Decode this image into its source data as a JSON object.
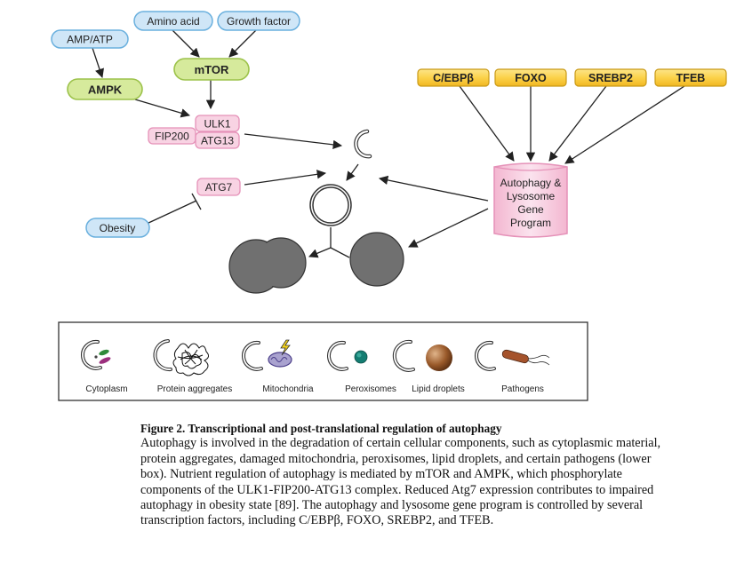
{
  "diagram": {
    "nodes": {
      "amp_atp": "AMP/ATP",
      "amino_acid": "Amino acid",
      "growth_factor": "Growth factor",
      "mtor": "mTOR",
      "ampk": "AMPK",
      "ulk1": "ULK1",
      "fip200": "FIP200",
      "atg13": "ATG13",
      "atg7": "ATG7",
      "obesity": "Obesity",
      "cebpb": "C/EBPβ",
      "foxo": "FOXO",
      "srebp2": "SREBP2",
      "tfeb": "TFEB",
      "program_lines": [
        "Autophagy &",
        "Lysosome",
        "Gene",
        "Program"
      ]
    },
    "cargo_labels": [
      "Cytoplasm",
      "Protein aggregates",
      "Mitochondria",
      "Peroxisomes",
      "Lipid droplets",
      "Pathogens"
    ],
    "colors": {
      "blue_fill": "#cfe6f7",
      "blue_stroke": "#6ab0de",
      "green_fill": "#d6ea9c",
      "green_stroke": "#9cc24a",
      "pink_fill": "#f8d3e3",
      "pink_stroke": "#e591b8",
      "yellow_fill": "#fbd24a",
      "yellow_stroke": "#c99a17",
      "gray": "#707070"
    }
  },
  "caption": {
    "title": "Figure 2. Transcriptional and post-translational regulation of autophagy",
    "body": "Autophagy is involved in the degradation of certain cellular components, such as cytoplasmic material, protein aggregates, damaged mitochondria, peroxisomes, lipid droplets, and certain pathogens (lower box). Nutrient regulation of autophagy is mediated by mTOR and AMPK, which phosphorylate components of the ULK1-FIP200-ATG13 complex. Reduced Atg7 expression contributes to impaired autophagy in obesity state [89]. The autophagy and lysosome gene program is controlled by several transcription factors, including C/EBPβ, FOXO, SREBP2, and TFEB."
  }
}
